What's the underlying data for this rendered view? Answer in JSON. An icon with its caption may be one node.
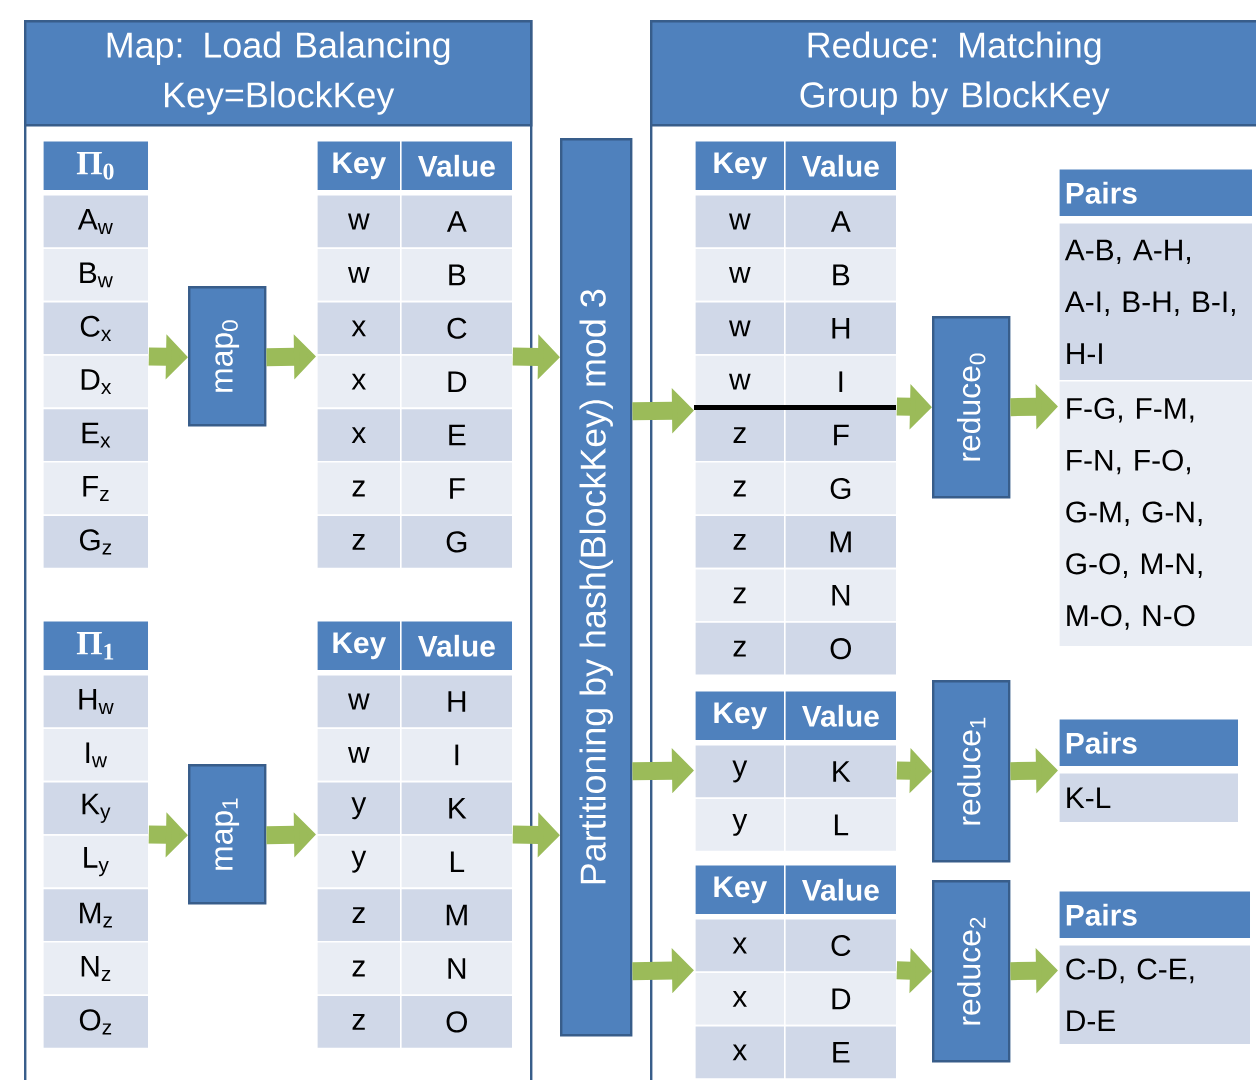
{
  "diagram": {
    "nodes": [
      {
        "text": [
          "Map: Load Balancing Key=BlockKey"
        ]
      },
      {
        "text": [
          "Π$_{0}$",
          "A$_{w}$",
          "B$_{w}$",
          "C$_{x}$",
          "D$_{x}$",
          "E$_{x}$",
          "F$_{z}$",
          "G$_{z}$"
        ],
        "in": 0
      },
      {
        "text": [
          "map$_{0}$"
        ],
        "in": 0
      },
      {
        "text": [
          "Key",
          "Value",
          "w",
          "A",
          "w",
          "B",
          "x",
          "C",
          "x",
          "D",
          "x",
          "E",
          "z",
          "F",
          "z",
          "G"
        ],
        "in": 0
      },
      {
        "text": [
          "Π$_{1}$",
          "H$_{w}$",
          "I$_{w}$",
          "K$_{y}$",
          "L$_{y}$",
          "M$_{z}$",
          "N$_{z}$",
          "O$_{z}$"
        ],
        "in": 0
      },
      {
        "text": [
          "map$_{1}$"
        ],
        "in": 0
      },
      {
        "text": [
          "Key",
          "Value",
          "w",
          "H",
          "w",
          "I",
          "y",
          "K",
          "y",
          "L",
          "z",
          "M",
          "z",
          "N",
          "z",
          "O"
        ],
        "in": 0
      },
      {
        "text": [
          "Partitioning by hash(BlockKey) mod 3"
        ]
      },
      {
        "text": [
          "Reduce: Matching Group by BlockKey"
        ]
      },
      {
        "text": [
          "Key",
          "Value",
          "w",
          "A",
          "w",
          "B",
          "w",
          "H",
          "w",
          "I",
          "z",
          "F",
          "z",
          "G",
          "z",
          "M",
          "z",
          "N",
          "z",
          "O"
        ],
        "in": 8
      },
      {
        "text": [
          "reduce$_{0}$"
        ],
        "in": 8
      },
      {
        "text": [
          "Pairs",
          "A-B, A-H, A-I, B-H, B-I, H-I",
          "F-G, F-M, F-N, F-O, G-M, G-N, G-O, M-N, M-O, N-O"
        ],
        "in": 8
      },
      {
        "text": [
          "Key",
          "Value",
          "y",
          "K",
          "y",
          "L"
        ],
        "in": 8
      },
      {
        "text": [
          "reduce$_{1}$"
        ],
        "in": 8
      },
      {
        "text": [
          "Pairs",
          "K-L"
        ],
        "in": 8
      },
      {
        "text": [
          "Key",
          "Value",
          "x",
          "C",
          "x",
          "D",
          "x",
          "E"
        ],
        "in": 8
      },
      {
        "text": [
          "reduce$_{2}$"
        ],
        "in": 8
      },
      {
        "text": [
          "Pairs",
          "C-D, C-E, D-E"
        ],
        "in": 8
      }
    ],
    "edges": [
      {
        "from": 1,
        "to": 2,
        "arrow": "to"
      },
      {
        "from": 2,
        "to": 3,
        "arrow": "to"
      },
      {
        "from": 3,
        "to": 7,
        "arrow": "to"
      },
      {
        "from": 4,
        "to": 5,
        "arrow": "to"
      },
      {
        "from": 5,
        "to": 6,
        "arrow": "to"
      },
      {
        "from": 6,
        "to": 7,
        "arrow": "to"
      },
      {
        "from": 7,
        "to": 9,
        "arrow": "to"
      },
      {
        "from": 7,
        "to": 12,
        "arrow": "to"
      },
      {
        "from": 7,
        "to": 15,
        "arrow": "to"
      },
      {
        "from": 9,
        "to": 10,
        "arrow": "to"
      },
      {
        "from": 10,
        "to": 11,
        "arrow": "to"
      },
      {
        "from": 12,
        "to": 13,
        "arrow": "to"
      },
      {
        "from": 13,
        "to": 14,
        "arrow": "to"
      },
      {
        "from": 15,
        "to": 16,
        "arrow": "to"
      },
      {
        "from": 16,
        "to": 17,
        "arrow": "to"
      }
    ]
  }
}
